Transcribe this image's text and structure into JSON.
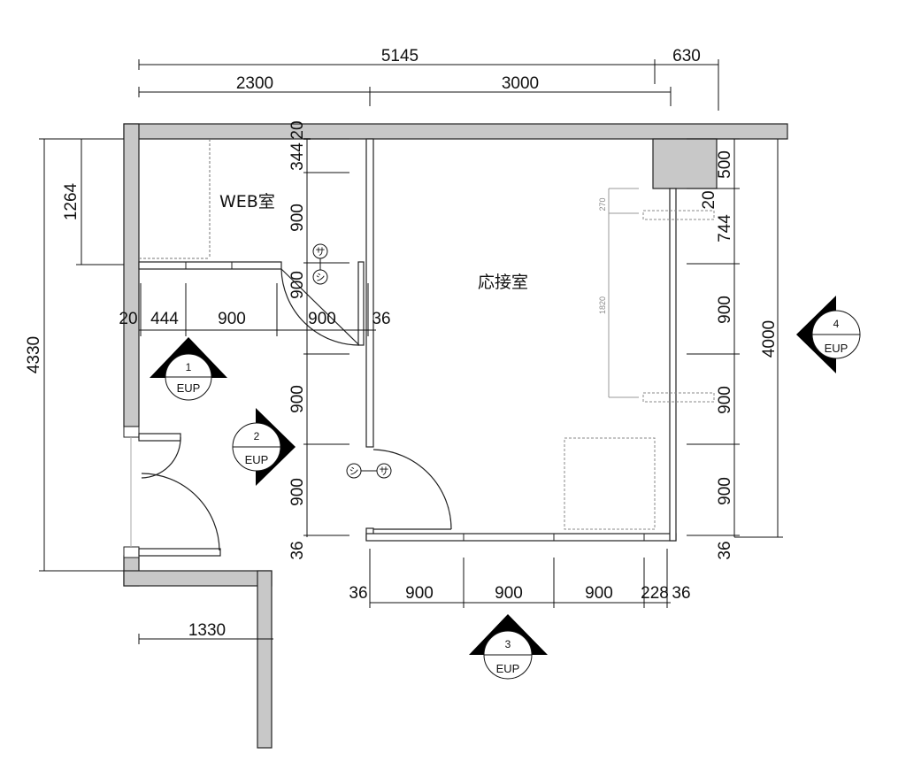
{
  "rooms": {
    "web_room": "WEB室",
    "reception_room": "応接室"
  },
  "dims_top": {
    "total": "5145",
    "extra": "630",
    "left": "2300",
    "right": "3000"
  },
  "dims_left": {
    "overall": "4330",
    "web_depth": "1264"
  },
  "dims_corridor_vertical": {
    "a": "20",
    "b": "344",
    "c": "900",
    "d": "900",
    "e": "900",
    "f": "900",
    "g": "36"
  },
  "dims_corridor_horizontal": {
    "a": "20",
    "b": "444",
    "c": "900",
    "d": "900",
    "e": "36"
  },
  "dims_right_inner": {
    "a": "500",
    "b": "20",
    "c": "744",
    "d": "900",
    "e": "900",
    "f": "900",
    "g": "36"
  },
  "dims_right_outer": {
    "overall": "4000"
  },
  "dims_bottom": {
    "a": "36",
    "b": "900",
    "c": "900",
    "d": "900",
    "e": "228",
    "f": "36",
    "corridor": "1330"
  },
  "furniture_dims": {
    "top": "270",
    "length": "1820"
  },
  "switches": {
    "sa": "サ",
    "shi": "シ"
  },
  "elevation_markers": [
    {
      "number": "1",
      "label": "EUP"
    },
    {
      "number": "2",
      "label": "EUP"
    },
    {
      "number": "3",
      "label": "EUP"
    },
    {
      "number": "4",
      "label": "EUP"
    }
  ]
}
